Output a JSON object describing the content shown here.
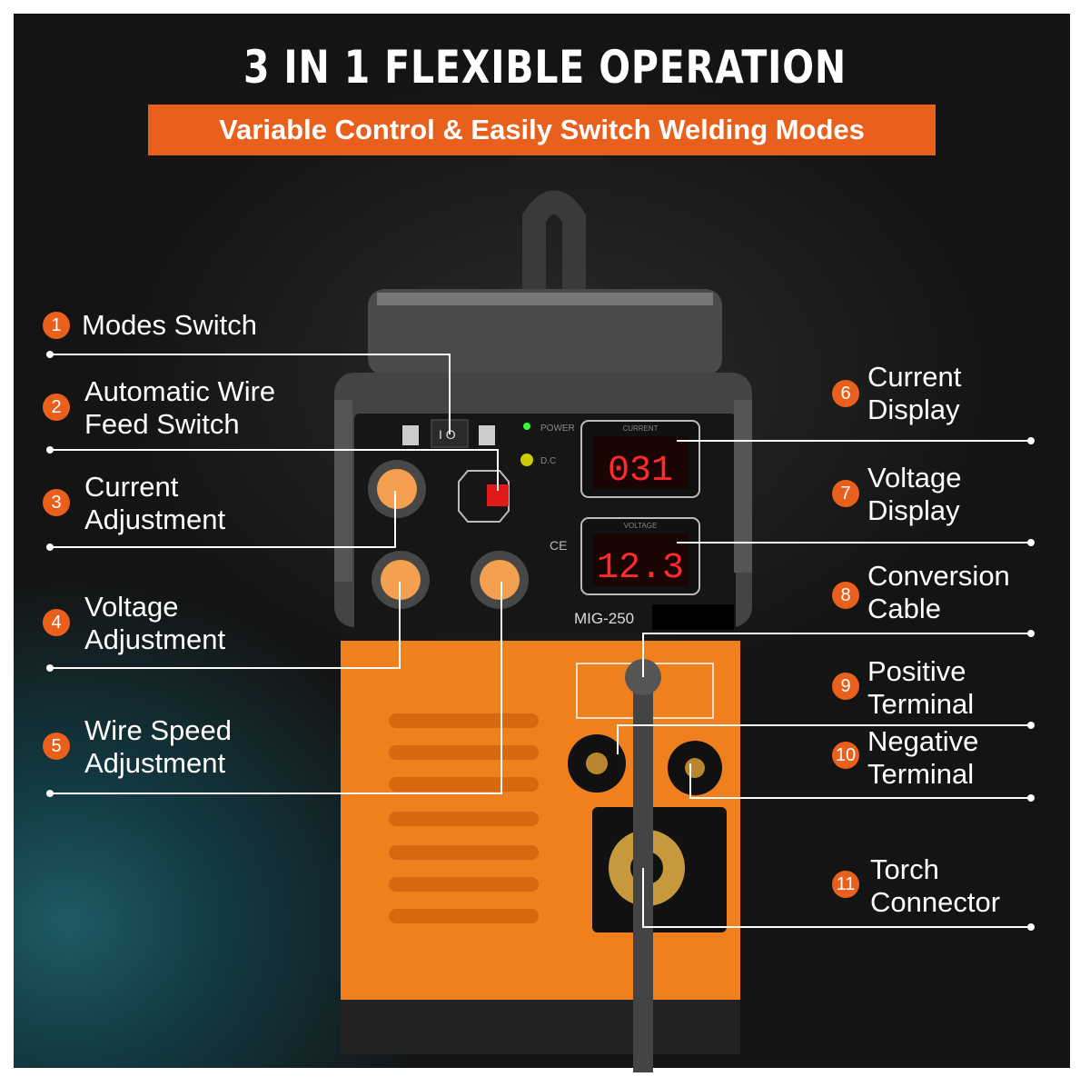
{
  "title": "3 IN 1 FLEXIBLE OPERATION",
  "subtitle": "Variable Control & Easily Switch Welding Modes",
  "colors": {
    "accent": "#e8601c",
    "machine_orange": "#f07f1e",
    "display_red": "#ff2a2a"
  },
  "machine": {
    "model": "MIG-250",
    "current_display": "031",
    "voltage_display": "12.3",
    "current_label": "CURRENT",
    "voltage_label": "VOLTAGE",
    "power_label": "POWER",
    "dc_label": "D.C",
    "ce_mark": "CE"
  },
  "callouts": [
    {
      "number": "1",
      "label": "Modes Switch"
    },
    {
      "number": "2",
      "label": "Automatic Wire Feed Switch"
    },
    {
      "number": "3",
      "label": "Current Adjustment"
    },
    {
      "number": "4",
      "label": "Voltage Adjustment"
    },
    {
      "number": "5",
      "label": "Wire Speed Adjustment"
    },
    {
      "number": "6",
      "label": "Current Display"
    },
    {
      "number": "7",
      "label": "Voltage Display"
    },
    {
      "number": "8",
      "label": "Conversion Cable"
    },
    {
      "number": "9",
      "label": "Positive Terminal"
    },
    {
      "number": "10",
      "label": "Negative Terminal"
    },
    {
      "number": "11",
      "label": "Torch Connector"
    }
  ]
}
